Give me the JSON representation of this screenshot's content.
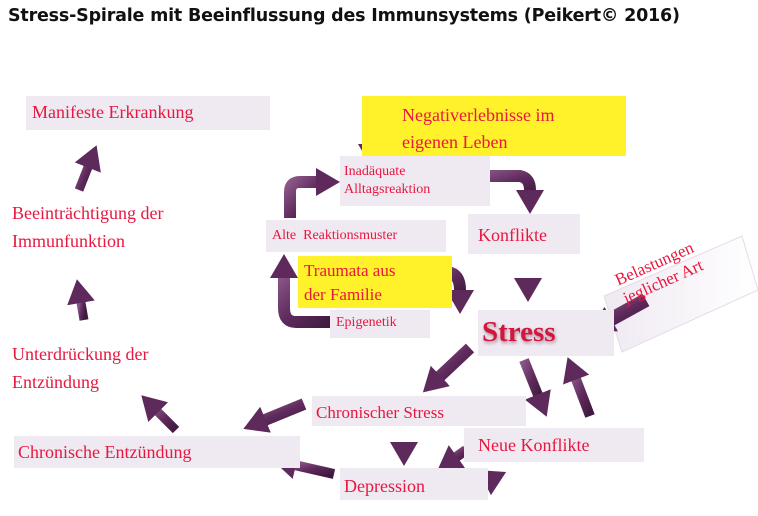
{
  "title": "Stress-Spirale mit Beeinflussung des Immunsystems (Peikert© 2016)",
  "nodes": {
    "manifeste": "Manifeste Erkrankung",
    "beeintr_1": "Beeinträchtigung der",
    "beeintr_2": "Immunfunktion",
    "unterdr_1": "Unterdrückung der",
    "unterdr_2": "Entzündung",
    "chron_entz": "Chronische Entzündung",
    "negativ_1": "Negativerlebnisse im",
    "negativ_2": "eigenen Leben",
    "inadaequat_1": "Inadäquate",
    "inadaequat_2": "Alltagsreaktion",
    "alte": "Alte  Reaktionsmuster",
    "konflikte": "Konflikte",
    "traumata_1": "Traumata aus",
    "traumata_2": "der Familie",
    "epigenetik": "Epigenetik",
    "stress": "Stress",
    "belast_1": "Belastungen",
    "belast_2": "jeglicher Art",
    "chron_stress": "Chronischer Stress",
    "neue_konflikte": "Neue Konflikte",
    "depression": "Depression"
  },
  "colors": {
    "text": "#e8173f",
    "highlight": "#fff22a",
    "box": "#efe9f2",
    "arrow": "#5e2a5c"
  }
}
